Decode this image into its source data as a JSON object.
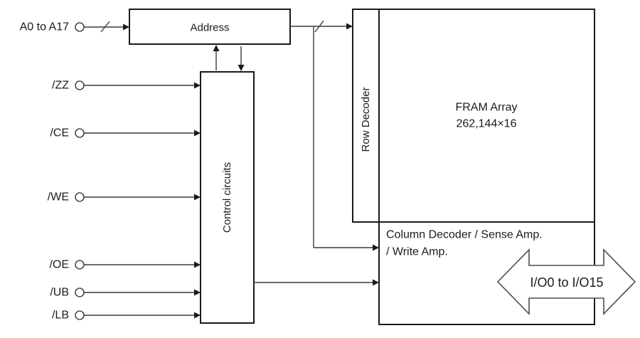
{
  "diagram": {
    "title_semantic": "FRAM memory functional block diagram",
    "signals": [
      {
        "label": "A0 to A17"
      },
      {
        "label": "/ZZ"
      },
      {
        "label": "/CE"
      },
      {
        "label": "/WE"
      },
      {
        "label": "/OE"
      },
      {
        "label": "/UB"
      },
      {
        "label": "/LB"
      }
    ],
    "blocks": {
      "address": "Address",
      "control": "Control circuits",
      "row_decoder": "Row Decoder",
      "fram_line1": "FRAM Array",
      "fram_line2": "262,144×16",
      "column_line1": "Column Decoder / Sense Amp.",
      "column_line2": "/ Write Amp.",
      "io_label": "I/O0 to I/O15"
    },
    "colors": {
      "background": "#ffffff",
      "box_border": "#1a1a1a",
      "line": "#3a3a3a",
      "terminal_stroke": "#4d4d4d",
      "text": "#1a1a1a"
    }
  }
}
